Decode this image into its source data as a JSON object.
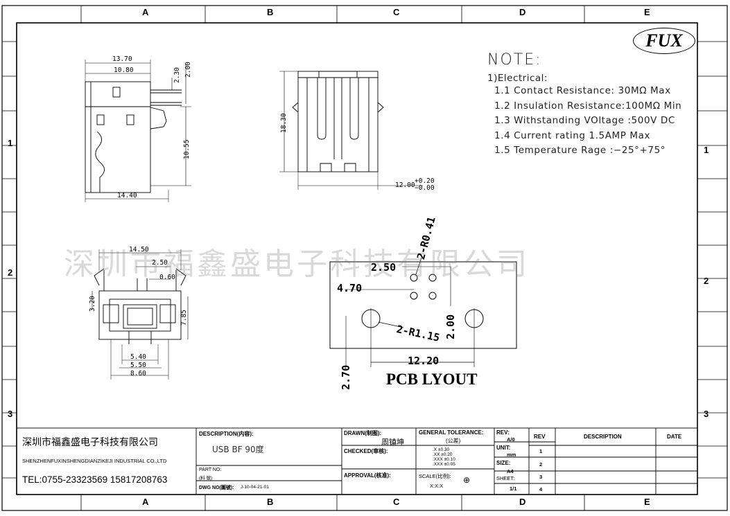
{
  "zones": {
    "top": [
      "A",
      "B",
      "C",
      "D",
      "E"
    ],
    "side": [
      "1",
      "2",
      "3"
    ]
  },
  "logo": "FUX",
  "watermark": "深圳市福鑫盛电子科技有限公司",
  "note": {
    "title": "NOTE:",
    "heading": "1)Electrical:",
    "lines": [
      "1.1 Contact Resistance: 30MΩ Max",
      "1.2 Insulation Resistance:100MΩ Min",
      "1.3 Withstanding VOltage :500V DC",
      "1.4 Current rating 1.5AMP Max",
      "1.5 Temperature Rage :−25°+75°"
    ]
  },
  "front_view": {
    "d_top": "13.70",
    "d_inner": "10.80",
    "d_bottom": "14.40",
    "d_h1": "2.30",
    "d_h2": "2.00",
    "d_h3": "10.55"
  },
  "side_view": {
    "d_height": "18.30",
    "d_width": "12.00",
    "tol_plus": "+0.20",
    "tol_minus": "−0.00"
  },
  "bottom_view": {
    "d_top": "14.50",
    "d_a": "2.50",
    "d_b": "0.60",
    "d_left": "3.20",
    "d_right": "7.85",
    "d_c": "5.40",
    "d_d": "5.50",
    "d_e": "8.60"
  },
  "pcb": {
    "title": "PCB LYOUT",
    "d_r_small": "2-R0.41",
    "d_r_big": "2-R1.15",
    "d_pitch": "2.50",
    "d_offset": "4.70",
    "d_row": "2.00",
    "d_span": "12.20",
    "d_depth": "2.70"
  },
  "title_block": {
    "company_cn": "深圳市福鑫盛电子科技有限公司",
    "company_en": "SHENZHENFUXINSHENGDIANZIKEJI INDUSTRIAL CO.,LTD",
    "tel": "TEL:0755-23323569  15817208763",
    "description_label": "DESCRIPTION(内容):",
    "description": "USB  BF 90度",
    "part_no_label": "PART NO:",
    "part_no_sub": "(料     號)",
    "dwg_label": "DWG NO(圖號):",
    "dwg_no": "J-10-04-21-01",
    "drawn_label": "DRAWN(制图):",
    "drawn_by": "周镇坤",
    "checked_label": "CHECKED(审核):",
    "approval_label": "APPROVAL(核准):",
    "tol_label": "GENERAL TOLERANCE:",
    "tol_sub": "(公差)",
    "tol_rows": [
      ".X      ±0.30",
      ".XX     ±0.20",
      ".XXX    ±0.10",
      ".XXX    ±0.05"
    ],
    "scale_label": "SCALE(比例):",
    "scale": "X:X:X",
    "rev_label": "REV:",
    "rev": "A/0",
    "unit_label": "UNIT:",
    "unit": "mm",
    "size_label": "SIZE:",
    "size": "A4",
    "sheet_label": "SHEET:",
    "sheet": "1/1",
    "rev_table": {
      "headers": [
        "REV",
        "DESCRIPTION",
        "DATE"
      ],
      "rows": [
        "1",
        "2",
        "3",
        "4"
      ]
    }
  }
}
